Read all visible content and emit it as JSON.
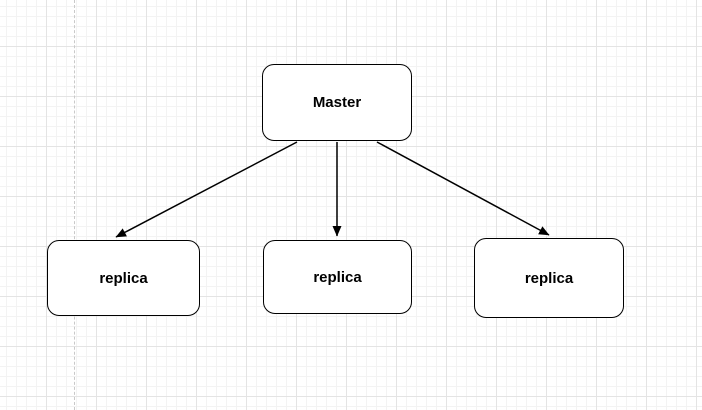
{
  "canvas": {
    "background_color": "#ffffff",
    "grid_minor_color": "#f3f3f3",
    "grid_major_color": "#e4e4e4",
    "page_divider_color": "#c9c9c9"
  },
  "style": {
    "node_fill_color": "#ffffff",
    "node_border_color": "#000000",
    "edge_color": "#000000"
  },
  "nodes": {
    "master": {
      "label": "Master"
    },
    "replica_1": {
      "label": "replica"
    },
    "replica_2": {
      "label": "replica"
    },
    "replica_3": {
      "label": "replica"
    }
  },
  "edges": [
    {
      "from": "master",
      "to": "replica_1"
    },
    {
      "from": "master",
      "to": "replica_2"
    },
    {
      "from": "master",
      "to": "replica_3"
    }
  ]
}
